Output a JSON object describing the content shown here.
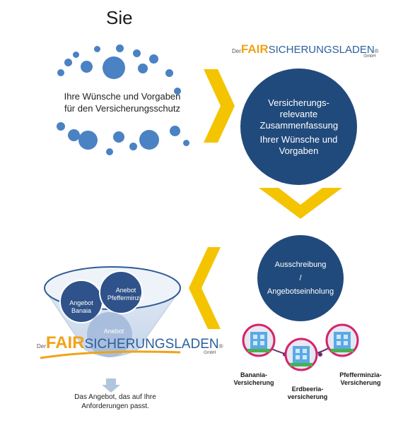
{
  "title": "Sie",
  "customer_wishes": "Ihre Wünsche und Vorgaben für den Versicherungsschutz",
  "logo": {
    "prefix": "Der",
    "fair": "FAIR",
    "main": "SICHERUNGSLADEN",
    "registered": "®",
    "suffix": "GmbH"
  },
  "summary_circle": {
    "line1": "Versicherungs-relevante Zusammenfassung",
    "line2": "Ihrer Wünsche und Vorgaben"
  },
  "tender_circle": {
    "line1": "Ausschreibung",
    "separator": "/",
    "line2": "Angebotseinholung"
  },
  "insurers": [
    {
      "name": "Banania-Versicherung"
    },
    {
      "name": "Erdbeeria-versicherung"
    },
    {
      "name": "Pfefferminzia-Versicherung"
    }
  ],
  "funnel": {
    "offer_banania": "Angebot Banaia",
    "offer_pfefferminzia": "Anebot Pfefferminzia",
    "offer_bottom": "Anebot"
  },
  "result_text": "Das Angebot, das auf Ihre Anforderungen passt.",
  "colors": {
    "accent_yellow": "#f5c400",
    "dark_blue": "#214a7c",
    "dot_blue": "#4a82c3",
    "logo_orange": "#f0a318",
    "logo_blue": "#2b5f9e"
  }
}
